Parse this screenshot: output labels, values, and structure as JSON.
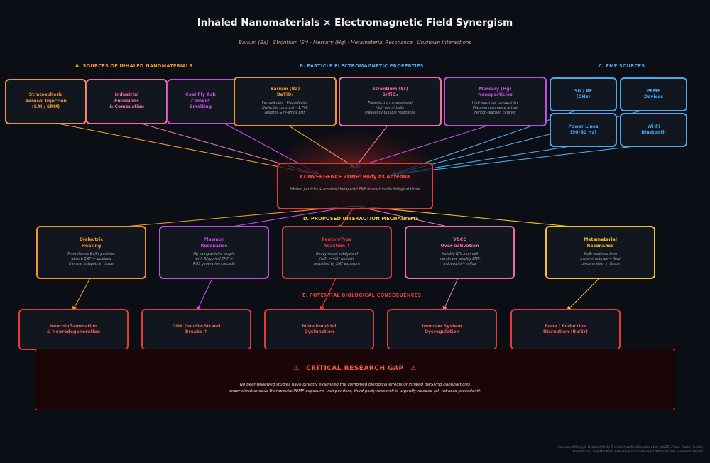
{
  "title": "Inhaled Nanomaterials × Electromagnetic Field Synergism",
  "subtitle": "Barium (Ba) · Strontium (Sr) · Mercury (Hg) · Metamaterial Resonance · Unknown Interactions",
  "colors": {
    "orange": "#f0962e",
    "pink": "#ef6fa0",
    "purple": "#c24ee0",
    "blue": "#4aa6ee",
    "red": "#e63a36",
    "yellow": "#f2c32a",
    "background": "#0b0e14"
  },
  "sections": {
    "a": "A. SOURCES OF INHALED NANOMATERIALS",
    "b": "B. PARTICLE ELECTROMAGNETIC PROPERTIES",
    "c": "C. EMF SOURCES",
    "d": "D. PROPOSED INTERACTION MECHANISMS",
    "e": "E. POTENTIAL BIOLOGICAL CONSEQUENCES"
  },
  "sources_a": [
    {
      "title": "Stratospheric\nAerosol Injection\n(SAI / SRM)"
    },
    {
      "title": "Industrial\nEmissions\n& Combustion"
    },
    {
      "title": "Coal Fly Ash\nCement\nSmelting"
    }
  ],
  "properties_b": [
    {
      "title": "Barium (Ba)\nBaTiO₃",
      "desc": "Ferroelectric · Piezoelectric\nDielectric constant ~1,700\nAbsorbs & re-emits EMF"
    },
    {
      "title": "Strontium (Sr)\nSrTiO₃",
      "desc": "Paraelectric metamaterial\nHigh permittivity\nFrequency-tunable resonance"
    },
    {
      "title": "Mercury (Hg)\nNanoparticles",
      "desc": "High electrical conductivity\nPlasmon resonance active\nFenton-reaction catalyst"
    }
  ],
  "emf_c": [
    {
      "title": "5G / RF\n(GHz)"
    },
    {
      "title": "PEMF\nDevices"
    },
    {
      "title": "Power Lines\n(50–60 Hz)"
    },
    {
      "title": "Wi-Fi\nBluetooth"
    }
  ],
  "convergence": {
    "title": "CONVERGENCE ZONE: Body as Antenna",
    "desc": "Inhaled particles + ambient/therapeutic EMF interact inside biological tissue"
  },
  "mechanisms_d": [
    {
      "title": "Dielectric\nHeating",
      "desc": "Ferroelectric Ba/Sr particles\nabsorb EMF → localized\nthermal hotspots in tissue"
    },
    {
      "title": "Plasmon\nResonance",
      "desc": "Hg nanoparticles couple\nwith RF/optical EMF →\nROS generation cascade"
    },
    {
      "title": "Fenton-Type\nReaction ↑",
      "desc": "Heavy metal catalysis of\nH₂O₂ → •OH radicals\namplified by EMF exposure"
    },
    {
      "title": "VGCC\nOver-activation",
      "desc": "Metallic NPs near cell\nmembrane amplify EMF-\ninduced Ca²⁺ influx"
    },
    {
      "title": "Metamaterial\nResonance",
      "desc": "Ba/Sr particles form\nmeta-structures → field\nconcentration in tissue"
    }
  ],
  "consequences_e": [
    {
      "title": "Neuroinflammation\n& Neurodegeneration"
    },
    {
      "title": "DNA Double-Strand\nBreaks ↑"
    },
    {
      "title": "Mitochondrial\nDysfunction"
    },
    {
      "title": "Immune System\nDysregulation"
    },
    {
      "title": "Bone / Endocrine\nDisruption (Ba/Sr)"
    }
  ],
  "research_gap": {
    "icon": "warning-icon",
    "title": "CRITICAL RESEARCH GAP",
    "text": "No peer-reviewed studies have directly examined the combined biological effects of inhaled Ba/Sr/Hg nanoparticles\nunder simultaneous therapeutic PEMF exposure. Independent, third-party research is urgently needed (cf. tobacco precedent)."
  },
  "sources": "Sources: Effiong & Neitzel (2016) Environ Health; Bilandzic et al. (2025) Front. Public Health;\nPall (2013) J Cell Mol Med; EPA IRIS Barium Review (2005); ATSDR Strontium Profile"
}
